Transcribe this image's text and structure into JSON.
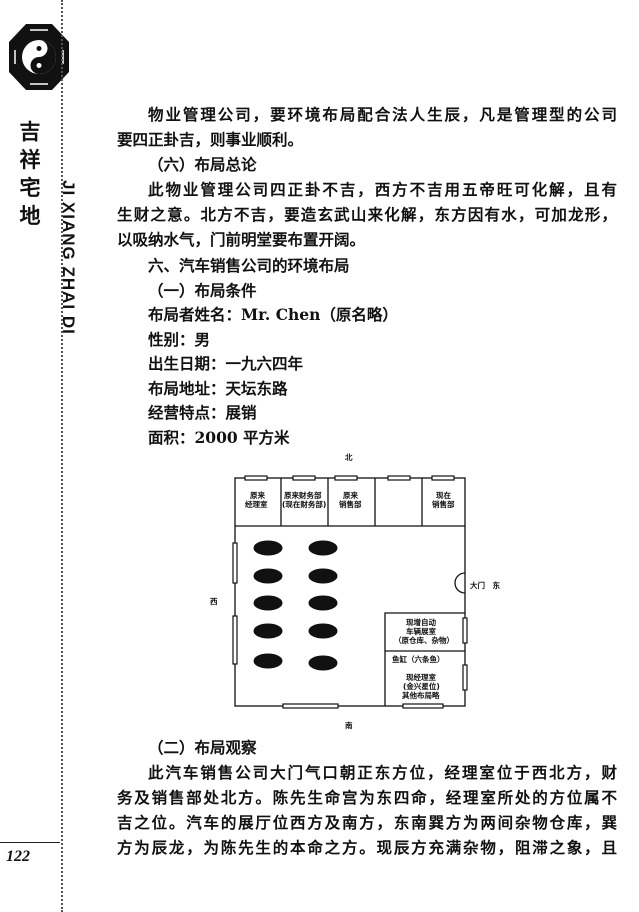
{
  "sidebar": {
    "book_title": "吉祥宅地",
    "pinyin": "JI XIANG ZHAI DI",
    "page_number": "122"
  },
  "section1": {
    "para1_l1": "物业管理公司，要环境布局配合法人生辰，凡是管理型的公司",
    "para1_l2": "要四正卦吉，则事业顺利。",
    "heading": "（六）布局总论",
    "para2_l1": "此物业管理公司四正卦不吉，西方不吉用五帝旺可化解，且有",
    "para2_l2": "生财之意。北方不吉，要造玄武山来化解，东方因有水，可加龙形，",
    "para2_l3": "以吸纳水气，门前明堂要布置开阔。"
  },
  "section2": {
    "title": "六、汽车销售公司的环境布局",
    "sub1": "（一）布局条件",
    "items": [
      "布局者姓名：Mr. Chen（原名略）",
      "性别：男",
      "出生日期：一九六四年",
      "布局地址：天坛东路",
      "经营特点：展销",
      "面积：2000 平方米"
    ]
  },
  "plan": {
    "north": "北",
    "south": "南",
    "west": "西",
    "east_door": "大门　东",
    "rooms": {
      "r1a": "原来",
      "r1b": "经理室",
      "r2a": "原来财务部",
      "r2b": "(现在财务部)",
      "r3a": "原来",
      "r3b": "销售部",
      "r5a": "现在",
      "r5b": "销售部",
      "se1a": "现增自动",
      "se1b": "车辆展室",
      "se1c": "（原仓库、杂物）",
      "fish": "鱼缸（六条鱼）",
      "se2a": "现经理室",
      "se2b": "(金兴星位)",
      "se2c": "其他布局略"
    }
  },
  "section3": {
    "sub2": "（二）布局观察",
    "l1": "此汽车销售公司大门气口朝正东方位，经理室位于西北方，财",
    "l2": "务及销售部处北方。陈先生命宫为东四命，经理室所处的方位属不",
    "l3": "吉之位。汽车的展厅位西方及南方，东南巽方为两间杂物仓库，巽",
    "l4": "方为辰龙，为陈先生的本命之方。现辰方充满杂物，阻滞之象，且"
  }
}
